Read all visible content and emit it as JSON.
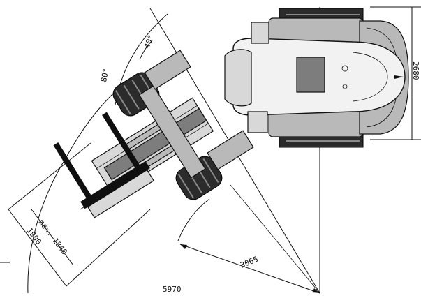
{
  "drawing": {
    "angle_labels": {
      "articulation_total": "80°",
      "articulation_half": "40°"
    },
    "dimension_labels": {
      "width": "2680",
      "inner_radius": "3065",
      "outer_radius": "5970",
      "fork_reach_max": "max. 1840",
      "fork_sweep": "1900"
    }
  }
}
